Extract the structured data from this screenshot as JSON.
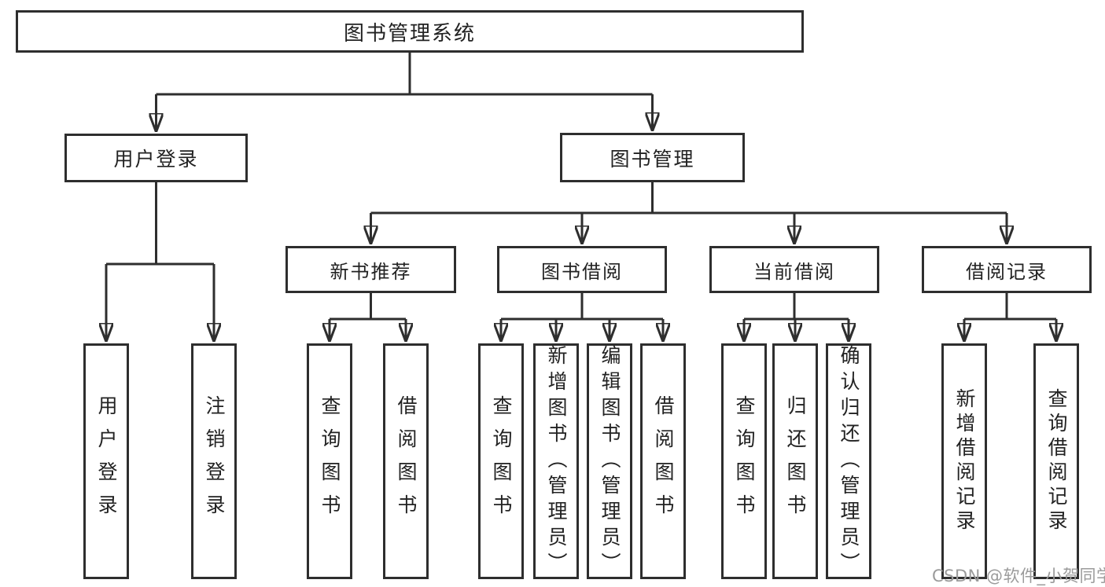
{
  "diagram_title": "图书管理系统",
  "nodes": {
    "root": "图书管理系统",
    "user_login": "用户登录",
    "book_mgmt": "图书管理",
    "new_book_rec": "新书推荐",
    "book_borrow": "图书借阅",
    "current_borrow": "当前借阅",
    "borrow_record": "借阅记录",
    "leaf_user_login": "用户登录",
    "leaf_logout": "注销登录",
    "nbr_query": "查询图书",
    "nbr_borrow": "借阅图书",
    "bb_query": "查询图书",
    "bb_add": "新增图书（管理员）",
    "bb_edit": "编辑图书（管理员）",
    "bb_borrow": "借阅图书",
    "cb_query": "查询图书",
    "cb_return": "归还图书",
    "cb_confirm": "确认归还（管理员）",
    "br_add": "新增借阅记录",
    "br_query": "查询借阅记录"
  },
  "hierarchy": {
    "图书管理系统": {
      "用户登录": [
        "用户登录",
        "注销登录"
      ],
      "图书管理": {
        "新书推荐": [
          "查询图书",
          "借阅图书"
        ],
        "图书借阅": [
          "查询图书",
          "新增图书（管理员）",
          "编辑图书（管理员）",
          "借阅图书"
        ],
        "当前借阅": [
          "查询图书",
          "归还图书",
          "确认归还（管理员）"
        ],
        "借阅记录": [
          "新增借阅记录",
          "查询借阅记录"
        ]
      }
    }
  },
  "watermark": "CSDN @软件_小贺同学",
  "colors": {
    "line": "#2e2e2e",
    "text": "#222222",
    "background": "#ffffff",
    "watermark": "#9b9b9b"
  }
}
